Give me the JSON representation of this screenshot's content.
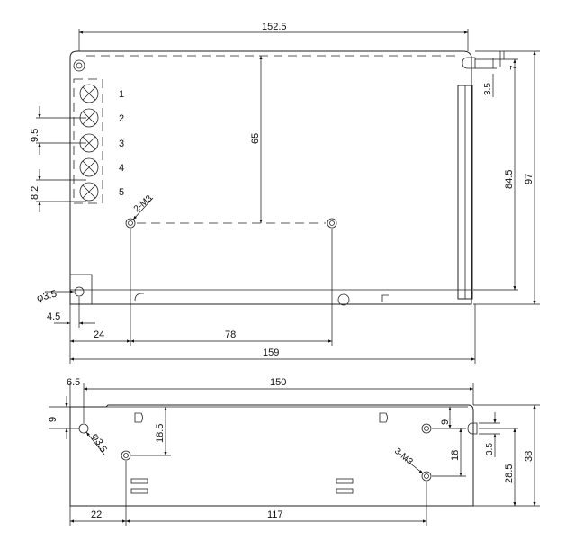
{
  "top_view": {
    "dims": {
      "overall_width": "152.5",
      "height_97": "97",
      "height_84_5": "84.5",
      "tab_7": "7",
      "tab_3_5": "3.5",
      "depth_65": "65",
      "hole_dia": "3.5",
      "offset_4_5": "4.5",
      "offset_24": "24",
      "span_78": "78",
      "overall_159": "159",
      "pitch_9_5": "9.5",
      "pitch_8_2": "8.2",
      "screw_label": "2-M3"
    },
    "terminals": [
      "1",
      "2",
      "3",
      "4",
      "5"
    ]
  },
  "side_view": {
    "dims": {
      "overall_150": "150",
      "offset_6_5": "6.5",
      "height_9_left": "9",
      "height_18_5": "18.5",
      "hole_dia": "3.5",
      "offset_22": "22",
      "span_117": "117",
      "height_9_right": "9",
      "height_18": "18",
      "tab_3_5": "3.5",
      "height_28_5": "28.5",
      "height_38": "38",
      "screw_label": "3-M3"
    }
  },
  "symbols": {
    "diameter": "φ"
  }
}
